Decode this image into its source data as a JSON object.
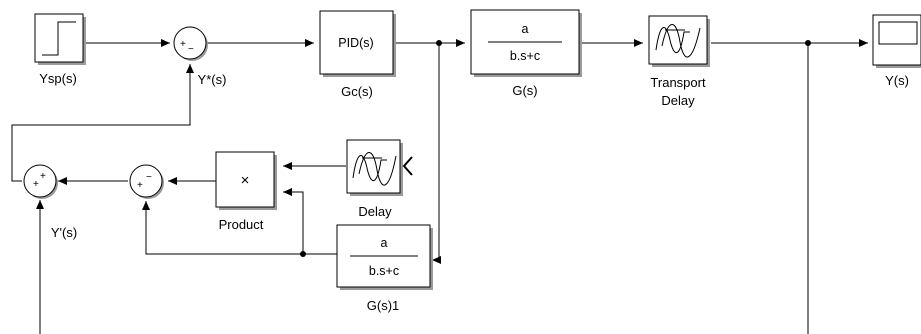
{
  "blocks": {
    "ysp": {
      "label": "Ysp(s)"
    },
    "sum_top": {
      "sign1": "+",
      "sign2": "−",
      "label": "Y*(s)"
    },
    "gc": {
      "content": "PID(s)",
      "label": "Gc(s)"
    },
    "g": {
      "num": "a",
      "den": "b.s+c",
      "label": "G(s)"
    },
    "transport_delay": {
      "label_line1": "Transport",
      "label_line2": "Delay"
    },
    "scope": {
      "label": "Y(s)"
    },
    "delay": {
      "label": "Delay"
    },
    "product": {
      "content": "×",
      "label": "Product"
    },
    "g1": {
      "num": "a",
      "den": "b.s+c",
      "label": "G(s)1"
    },
    "sum_mid": {
      "sign1": "+",
      "sign2": "−"
    },
    "sum_left": {
      "sign1": "+",
      "sign2": "+",
      "label": "Y'(s)"
    }
  }
}
